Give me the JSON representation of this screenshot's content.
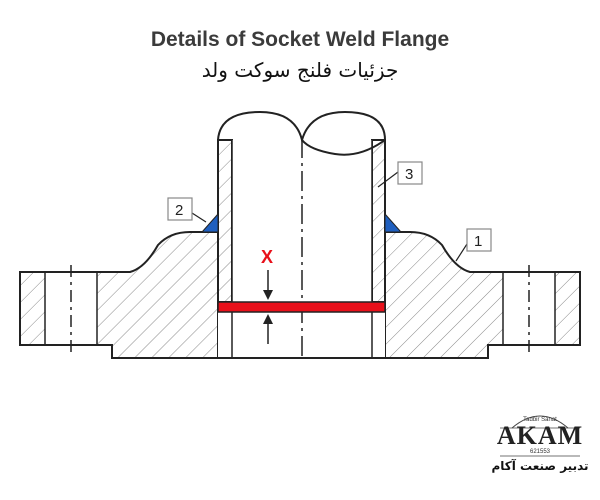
{
  "title": "Details of Socket Weld Flange",
  "subtitle": "جزئیات فلنج سوکت ولد",
  "callouts": [
    {
      "id": "1",
      "label": "1"
    },
    {
      "id": "2",
      "label": "2"
    },
    {
      "id": "3",
      "label": "3"
    }
  ],
  "gap_label": "X",
  "colors": {
    "weld": "#1f5fbf",
    "gap_bar": "#e8101a",
    "gap_label": "#e8101a",
    "outline": "#222222",
    "hatch": "#888888"
  },
  "logo": {
    "top_text": "Tadbir Sanat",
    "name": "AKAM",
    "number": "621553",
    "persian": "تدبیر صنعت آکام"
  }
}
